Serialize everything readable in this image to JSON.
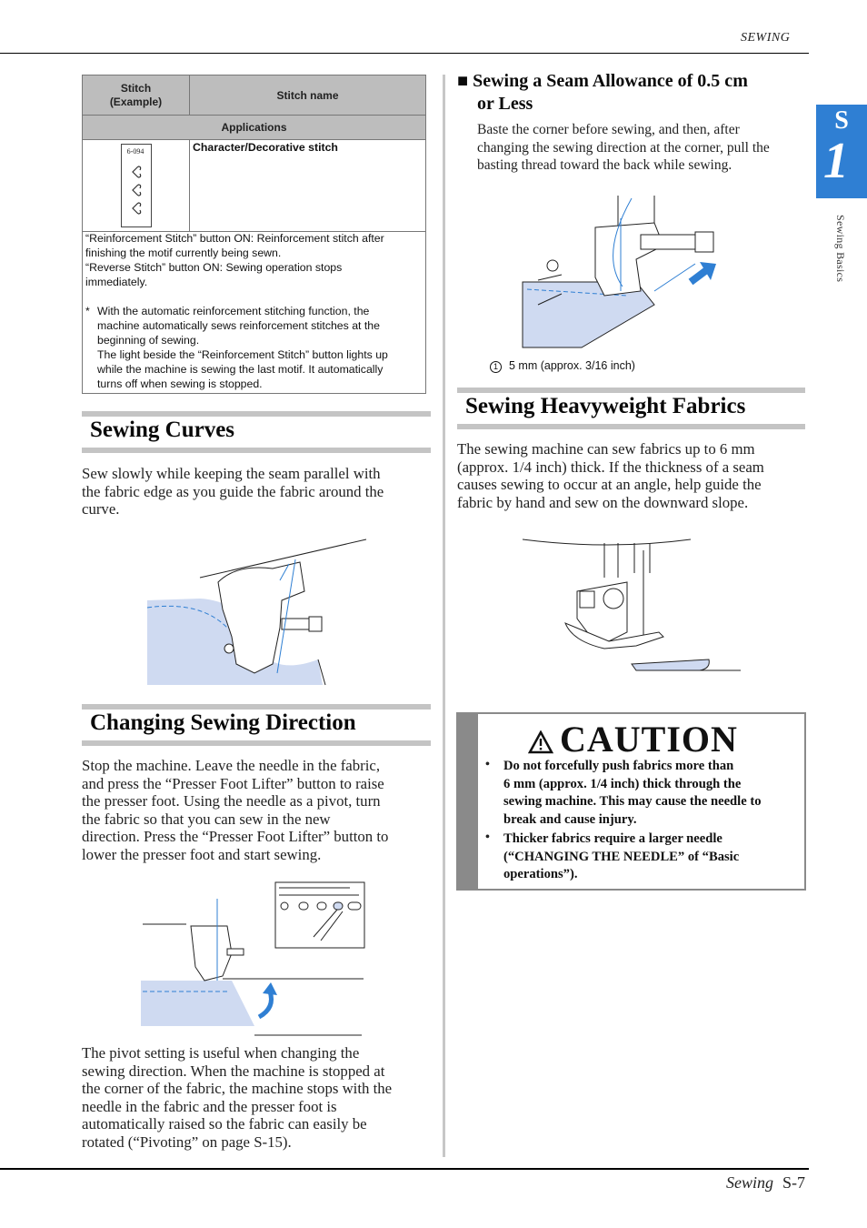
{
  "header": {
    "running_title": "SEWING"
  },
  "chapter_tab": {
    "letter": "S",
    "number": "1",
    "side_label": "Sewing Basics"
  },
  "stitch_table": {
    "col_stitch": "Stitch (Example)",
    "col_stitch_line1": "Stitch",
    "col_stitch_line2": "(Example)",
    "col_name": "Stitch name",
    "applications_label": "Applications",
    "stitch_code": "6-094",
    "stitch_name": "Character/Decorative stitch",
    "notes": [
      "“Reinforcement Stitch” button ON: Reinforcement stitch after",
      "finishing the motif currently being sewn.",
      "“Reverse Stitch” button ON: Sewing operation stops",
      "immediately."
    ],
    "footnote_marker": "*",
    "footnote": [
      "With the automatic reinforcement stitching function, the",
      "machine automatically sews reinforcement stitches at the",
      "beginning of sewing.",
      "The light beside the “Reinforcement Stitch” button lights up",
      "while the machine is sewing the last motif. It automatically",
      "turns off when sewing is stopped."
    ]
  },
  "sewing_curves": {
    "title": "Sewing Curves",
    "body": [
      "Sew slowly while keeping the seam parallel with",
      "the fabric edge as you guide the fabric around the",
      "curve."
    ]
  },
  "changing_direction": {
    "title": "Changing Sewing Direction",
    "body": [
      "Stop the machine. Leave the needle in the fabric,",
      "and press the “Presser Foot Lifter” button to raise",
      "the presser foot. Using the needle as a pivot, turn",
      "the fabric so that you can sew in the new",
      "direction. Press the “Presser Foot Lifter” button to",
      "lower the presser foot and start sewing."
    ],
    "pivot_text": [
      "The pivot setting is useful when changing the",
      "sewing direction. When the machine is stopped at",
      "the corner of the fabric, the machine stops with the",
      "needle in the fabric and the presser foot is",
      "automatically raised so the fabric can easily be",
      "rotated (“Pivoting” on page S-15)."
    ]
  },
  "seam_allowance": {
    "marker": "■",
    "title_line1": "Sewing a Seam Allowance of 0.5 cm",
    "title_line2": "or Less",
    "body": [
      "Baste the corner before sewing, and then, after",
      "changing the sewing direction at the corner, pull the",
      "basting thread toward the back while sewing."
    ],
    "callout_number": "1",
    "callout_text": "5 mm (approx. 3/16 inch)"
  },
  "heavyweight": {
    "title": "Sewing Heavyweight Fabrics",
    "body": [
      "The sewing machine can sew fabrics up to 6 mm",
      "(approx. 1/4 inch) thick. If the thickness of a seam",
      "causes sewing to occur at an angle, help guide the",
      "fabric by hand and sew on the downward slope."
    ]
  },
  "caution": {
    "title": "CAUTION",
    "bullet": "•",
    "items": [
      [
        "Do not forcefully push fabrics more than",
        "6 mm (approx. 1/4 inch) thick through the",
        "sewing machine. This may cause the needle to",
        "break and cause injury."
      ],
      [
        "Thicker fabrics require a larger needle",
        "(“CHANGING THE NEEDLE” of “Basic",
        "operations”)."
      ]
    ]
  },
  "footer": {
    "section": "Sewing",
    "page": "S-7"
  },
  "colors": {
    "accent_blue": "#2f7fd3",
    "fabric_blue": "#cfdaf1",
    "heading_bar": "#c4c4c4",
    "caution_grey": "#8a8a8a"
  }
}
